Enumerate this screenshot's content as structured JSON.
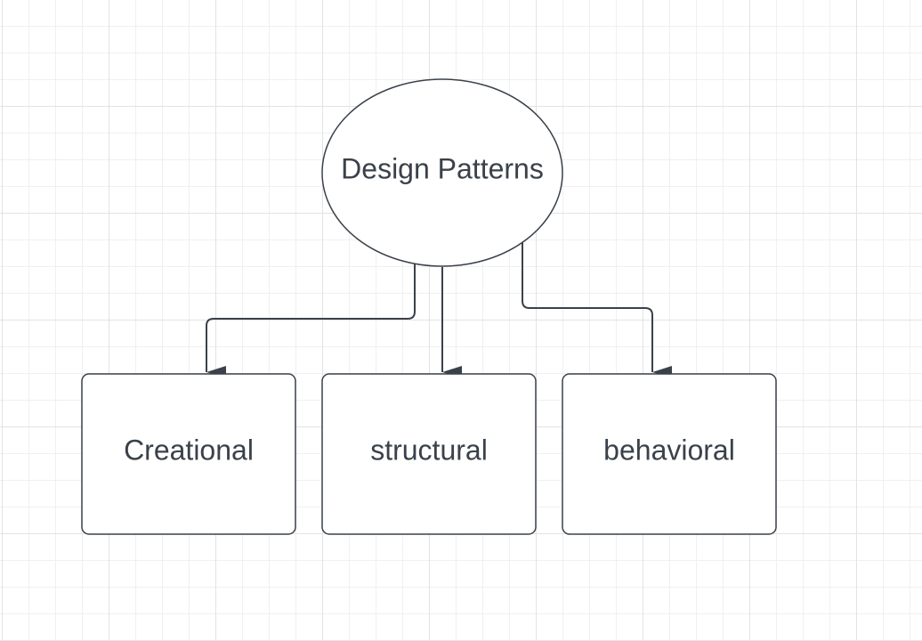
{
  "diagram": {
    "root": {
      "label": "Design Patterns"
    },
    "children": [
      {
        "label": "Creational"
      },
      {
        "label": "structural"
      },
      {
        "label": "behavioral"
      }
    ]
  },
  "colors": {
    "stroke": "#3a414a",
    "text": "#3a414a",
    "fill": "#ffffff",
    "grid": "#e3e3e3"
  }
}
